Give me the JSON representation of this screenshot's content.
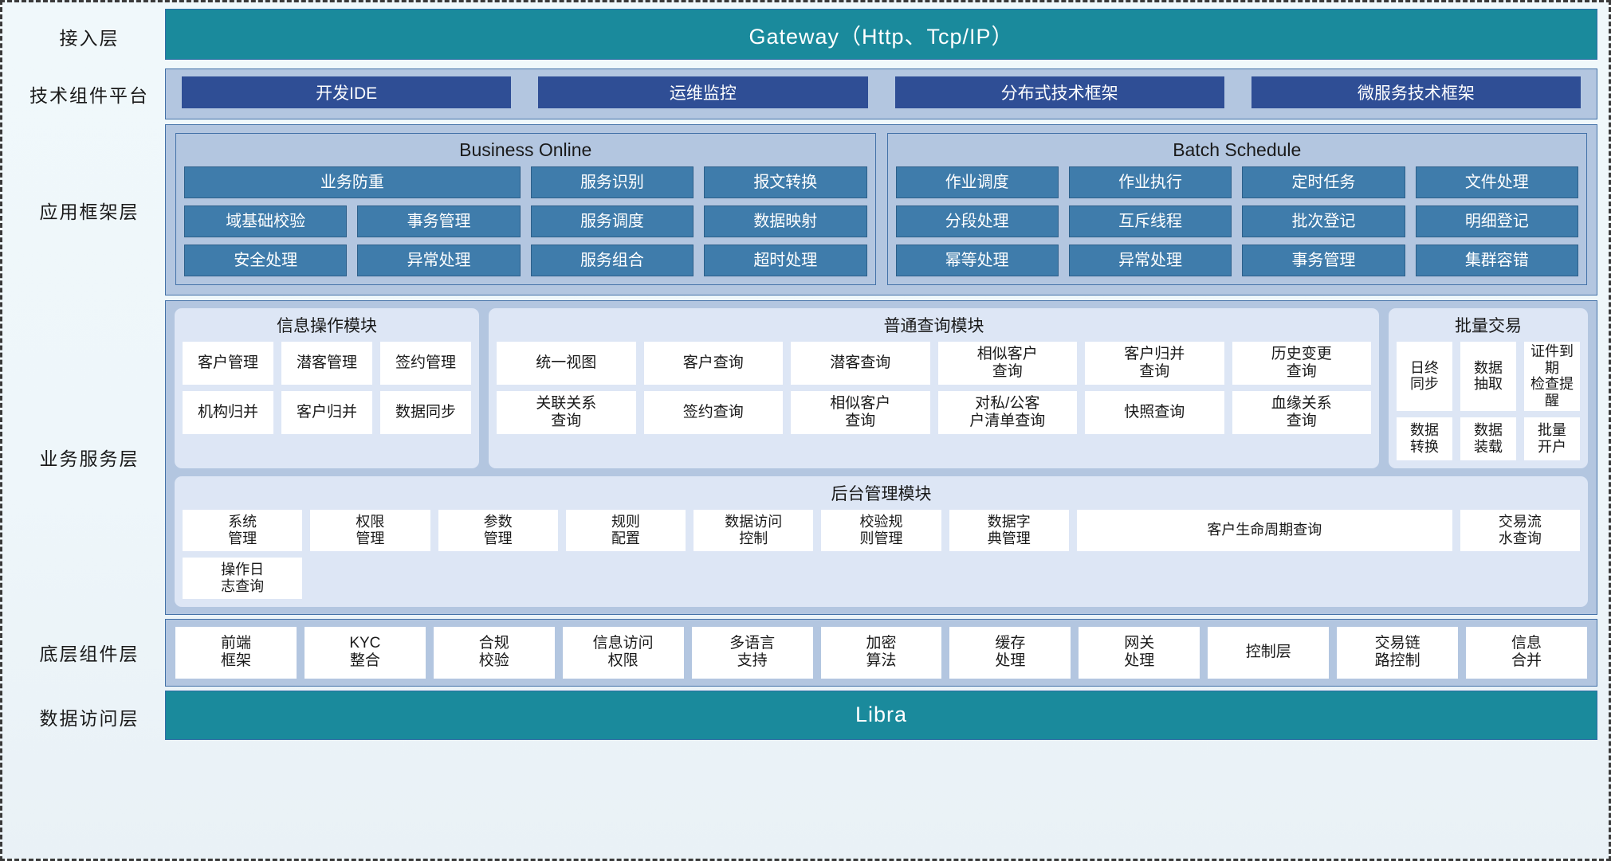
{
  "layers": [
    {
      "key": "access",
      "label": "接入层"
    },
    {
      "key": "tech",
      "label": "技术组件平台"
    },
    {
      "key": "appfw",
      "label": "应用框架层"
    },
    {
      "key": "business",
      "label": "业务服务层"
    },
    {
      "key": "base",
      "label": "底层组件层"
    },
    {
      "key": "data",
      "label": "数据访问层"
    }
  ],
  "access_layer": {
    "gateway_label": "Gateway（Http、Tcp/IP）"
  },
  "tech_platform": {
    "items": [
      "开发IDE",
      "运维监控",
      "分布式技术框架",
      "微服务技术框架"
    ]
  },
  "app_framework": {
    "groups": [
      {
        "title": "Business Online",
        "cells": [
          {
            "label": "业务防重",
            "span": 2
          },
          {
            "label": "服务识别",
            "span": 1
          },
          {
            "label": "报文转换",
            "span": 1
          },
          {
            "label": "域基础校验",
            "span": 1
          },
          {
            "label": "事务管理",
            "span": 1
          },
          {
            "label": "服务调度",
            "span": 1
          },
          {
            "label": "数据映射",
            "span": 1
          },
          {
            "label": "安全处理",
            "span": 1
          },
          {
            "label": "异常处理",
            "span": 1
          },
          {
            "label": "服务组合",
            "span": 1
          },
          {
            "label": "超时处理",
            "span": 1
          }
        ]
      },
      {
        "title": "Batch Schedule",
        "cells": [
          {
            "label": "作业调度",
            "span": 1
          },
          {
            "label": "作业执行",
            "span": 1
          },
          {
            "label": "定时任务",
            "span": 1
          },
          {
            "label": "文件处理",
            "span": 1
          },
          {
            "label": "分段处理",
            "span": 1
          },
          {
            "label": "互斥线程",
            "span": 1
          },
          {
            "label": "批次登记",
            "span": 1
          },
          {
            "label": "明细登记",
            "span": 1
          },
          {
            "label": "幂等处理",
            "span": 1
          },
          {
            "label": "异常处理",
            "span": 1
          },
          {
            "label": "事务管理",
            "span": 1
          },
          {
            "label": "集群容错",
            "span": 1
          }
        ]
      }
    ]
  },
  "business_service": {
    "modules": [
      {
        "key": "info_ops",
        "title": "信息操作模块",
        "cells": [
          "客户管理",
          "潜客管理",
          "签约管理",
          "机构归并",
          "客户归并",
          "数据同步"
        ]
      },
      {
        "key": "common_query",
        "title": "普通查询模块",
        "cells": [
          "统一视图",
          "客户查询",
          "潜客查询",
          "相似客户\n查询",
          "客户归并\n查询",
          "历史变更\n查询",
          "关联关系\n查询",
          "签约查询",
          "相似客户\n查询",
          "对私/公客\n户清单查询",
          "快照查询",
          "血缘关系\n查询"
        ]
      },
      {
        "key": "batch_trade",
        "title": "批量交易",
        "cells": [
          "日终\n同步",
          "数据\n抽取",
          "证件到期\n检查提醒",
          "数据\n转换",
          "数据\n装载",
          "批量\n开户"
        ]
      }
    ],
    "admin_module": {
      "title": "后台管理模块",
      "cells": [
        {
          "label": "系统\n管理",
          "span": 1
        },
        {
          "label": "权限\n管理",
          "span": 1
        },
        {
          "label": "参数\n管理",
          "span": 1
        },
        {
          "label": "规则\n配置",
          "span": 1
        },
        {
          "label": "数据访问\n控制",
          "span": 1
        },
        {
          "label": "校验规\n则管理",
          "span": 1
        },
        {
          "label": "数据字\n典管理",
          "span": 1
        },
        {
          "label": "客户生命周期查询",
          "span": 2
        },
        {
          "label": "交易流\n水查询",
          "span": 1
        },
        {
          "label": "操作日\n志查询",
          "span": 1
        }
      ]
    }
  },
  "base_components": {
    "items": [
      "前端\n框架",
      "KYC\n整合",
      "合规\n校验",
      "信息访问\n权限",
      "多语言\n支持",
      "加密\n算法",
      "缓存\n处理",
      "网关\n处理",
      "控制层",
      "交易链\n路控制",
      "信息\n合并"
    ]
  },
  "data_layer": {
    "label": "Libra"
  },
  "colors": {
    "teal": "#1a8a9c",
    "panel_blue": "#b3c6e0",
    "chip_navy": "#2f4e95",
    "cell_blue": "#3f7cab",
    "module_bg": "#dde6f5",
    "page_bg": "#eef6fa"
  }
}
